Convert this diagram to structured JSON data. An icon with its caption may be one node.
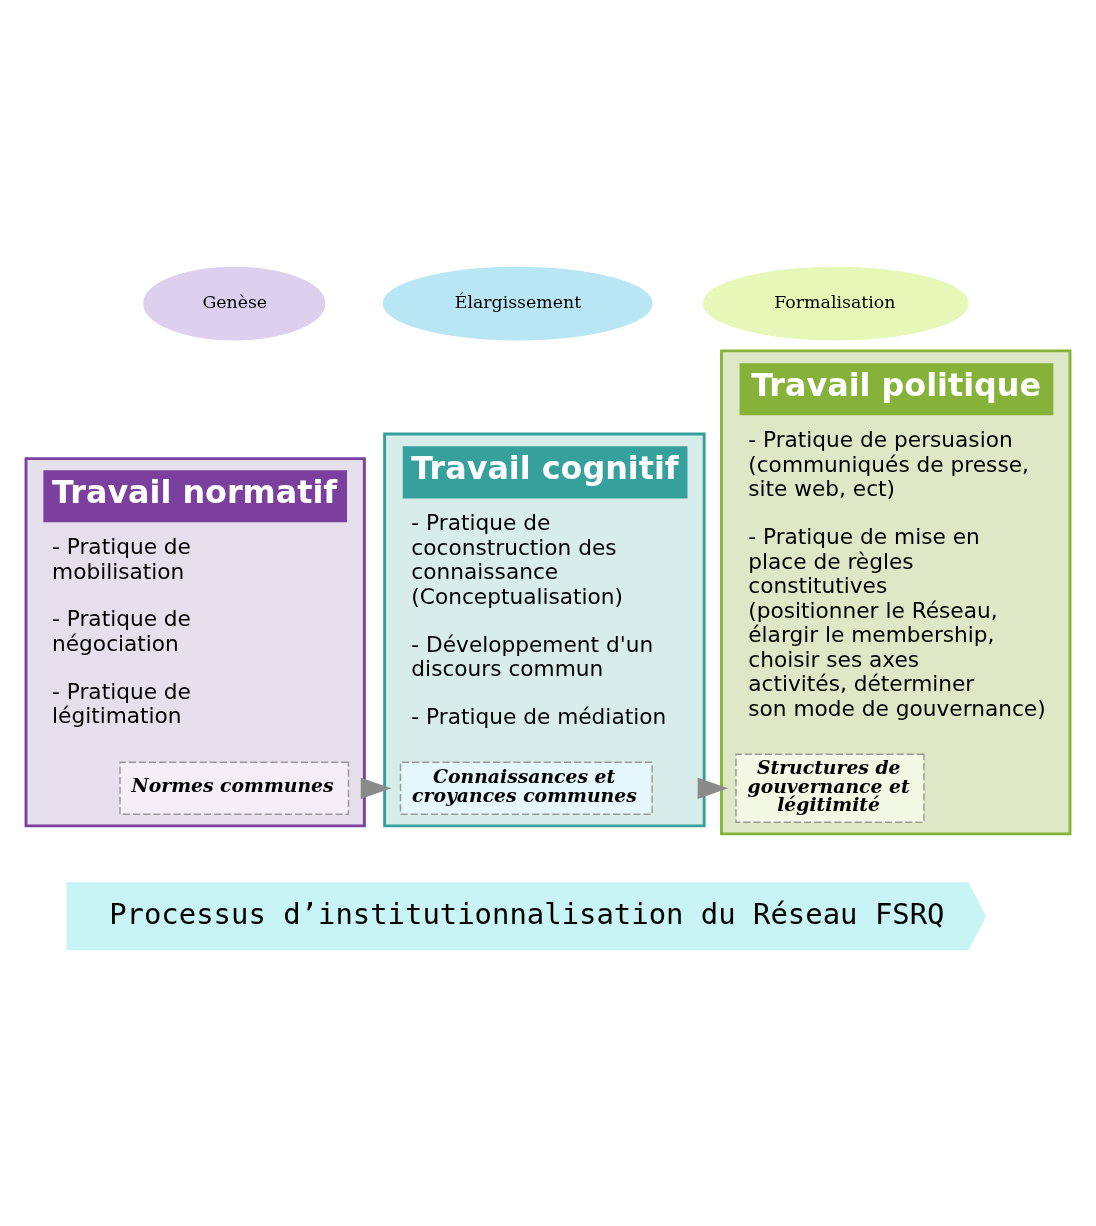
{
  "diagram": {
    "nodes": [
      {
        "text": [
          "Genèse"
        ]
      },
      {
        "text": [
          "Élargissement"
        ]
      },
      {
        "text": [
          "Formalisation"
        ]
      },
      {
        "text": [
          "Travail normatif",
          "- Pratique de mobilisation",
          "- Pratique de négociation",
          "- Pratique de légitimation"
        ]
      },
      {
        "text": [
          "Normes communes"
        ],
        "in": 3
      },
      {
        "text": [
          "Travail cognitif",
          "- Pratique de coconstruction des connaissance (Conceptualisation)",
          "- Développement d'un discours commun",
          "- Pratique de médiation"
        ]
      },
      {
        "text": [
          "Connaissances et croyances communes"
        ],
        "in": 5
      },
      {
        "text": [
          "Travail politique",
          "- Pratique de persuasion (communiqués de presse, site web, ect)",
          "- Pratique de mise en place de règles constitutives (positionner le Réseau, élargir le membership, choisir ses axes activités, déterminer son mode de gouvernance)"
        ]
      },
      {
        "text": [
          "Structures de gouvernance et légitimité"
        ],
        "in": 7
      },
      {
        "text": [
          "Processus d’institutionnalisation du Réseau FSRQ"
        ]
      }
    ],
    "edges": [
      {
        "from": 3,
        "to": 5,
        "arrow": "to"
      },
      {
        "from": 5,
        "to": 7,
        "arrow": "to"
      }
    ]
  }
}
